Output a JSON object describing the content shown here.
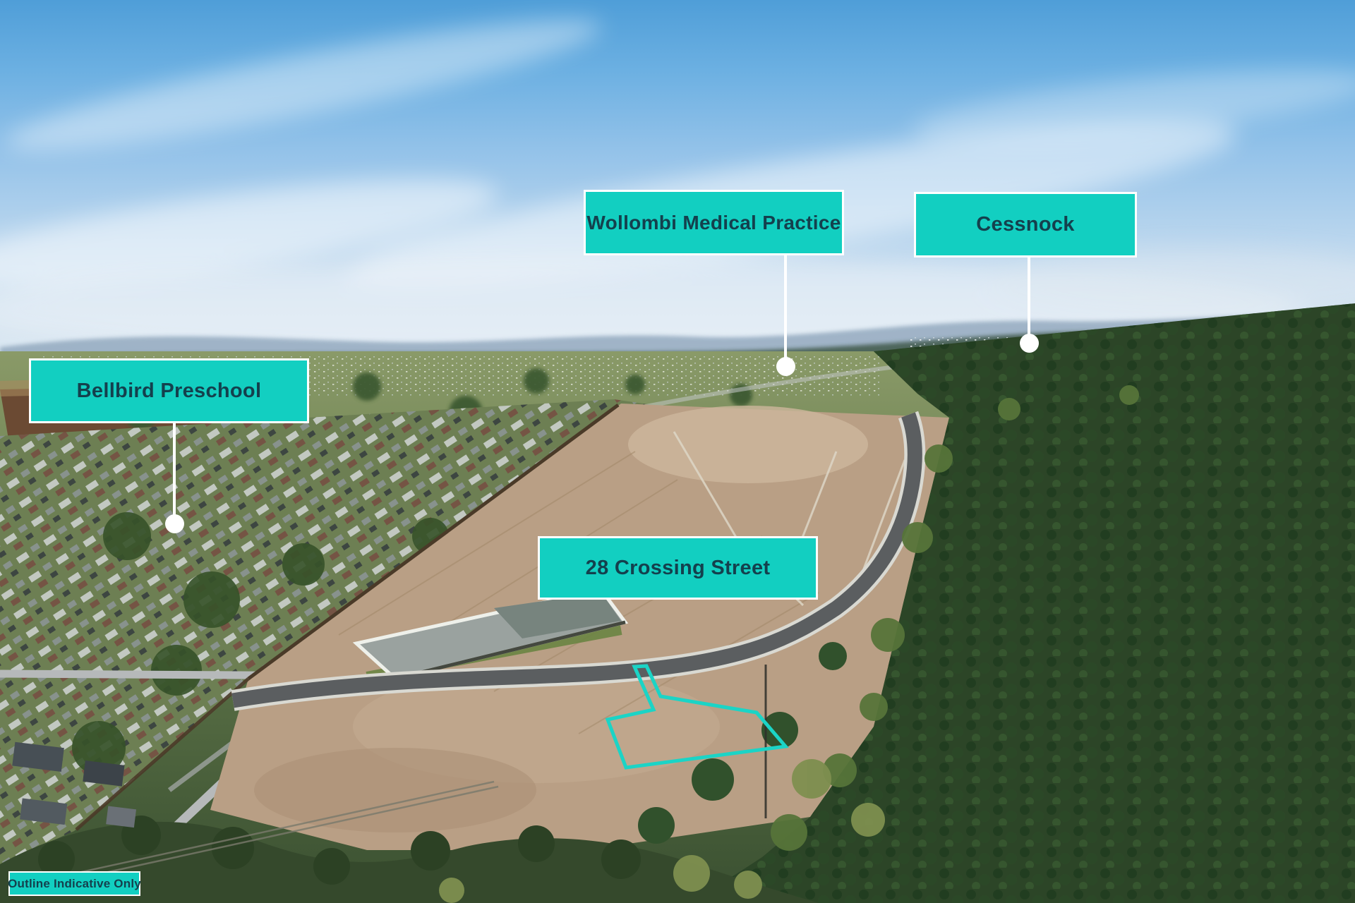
{
  "image_type": "aerial-drone-photo",
  "overlay": {
    "markers": [
      {
        "id": "bellbird-preschool",
        "label": "Bellbird Preschool"
      },
      {
        "id": "wollombi-medical-practice",
        "label": "Wollombi Medical Practice"
      },
      {
        "id": "cessnock",
        "label": "Cessnock"
      }
    ],
    "property_label": "28 Crossing Street",
    "disclaimer": "Outline Indicative Only"
  },
  "colors": {
    "label_background": "#12cfc1",
    "label_text": "#14404d",
    "label_border": "#ffffff",
    "leader_line": "#ffffff",
    "marker_dot": "#ffffff",
    "property_outline": "#1bd4c6"
  }
}
